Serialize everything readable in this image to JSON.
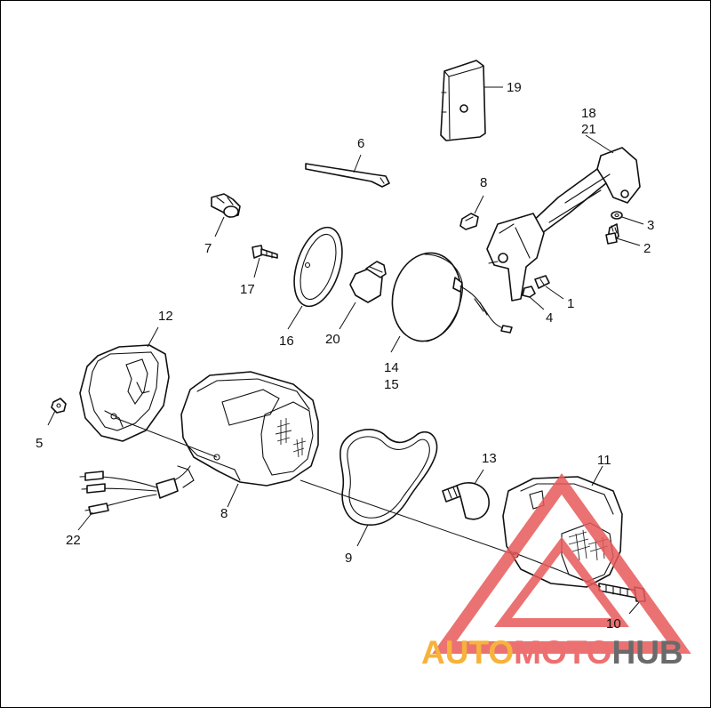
{
  "callouts": [
    {
      "id": "19",
      "text": "19"
    },
    {
      "id": "18",
      "text": "18"
    },
    {
      "id": "21",
      "text": "21"
    },
    {
      "id": "6",
      "text": "6"
    },
    {
      "id": "8a",
      "text": "8"
    },
    {
      "id": "7",
      "text": "7"
    },
    {
      "id": "3",
      "text": "3"
    },
    {
      "id": "2",
      "text": "2"
    },
    {
      "id": "17",
      "text": "17"
    },
    {
      "id": "1",
      "text": "1"
    },
    {
      "id": "4",
      "text": "4"
    },
    {
      "id": "16",
      "text": "16"
    },
    {
      "id": "20",
      "text": "20"
    },
    {
      "id": "12",
      "text": "12"
    },
    {
      "id": "14",
      "text": "14"
    },
    {
      "id": "15",
      "text": "15"
    },
    {
      "id": "5",
      "text": "5"
    },
    {
      "id": "8b",
      "text": "8"
    },
    {
      "id": "13",
      "text": "13"
    },
    {
      "id": "11",
      "text": "11"
    },
    {
      "id": "22",
      "text": "22"
    },
    {
      "id": "9",
      "text": "9"
    },
    {
      "id": "10",
      "text": "10"
    }
  ],
  "watermark": {
    "part1": "AUTO",
    "part2": "MOTO",
    "part3": "HUB",
    "color1": "#f6b23a",
    "color2": "#ee6f6f",
    "color3": "#6a6a6a",
    "logo_color": "#e85a5a"
  }
}
